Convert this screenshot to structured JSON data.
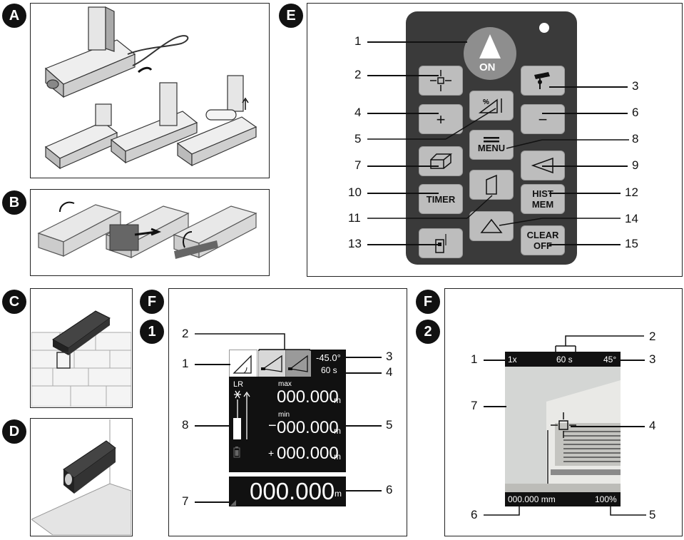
{
  "panels": {
    "A": "A",
    "B": "B",
    "C": "C",
    "D": "D",
    "E": "E",
    "F1": "F",
    "F2": "F"
  },
  "steps": {
    "one": "1",
    "two": "2"
  },
  "keypad": {
    "on_label": "ON",
    "menu_label": "MENU",
    "timer_label": "TIMER",
    "hist_label1": "HIST",
    "hist_label2": "MEM",
    "clear_label1": "CLEAR",
    "clear_label2": "OFF",
    "plus": "+",
    "minus": "−",
    "percent": "%",
    "callouts": [
      "1",
      "2",
      "3",
      "4",
      "5",
      "6",
      "7",
      "8",
      "9",
      "10",
      "11",
      "12",
      "13",
      "14",
      "15"
    ]
  },
  "f1": {
    "angle": "-45.0°",
    "time": "60 s",
    "lr": "LR",
    "max_label": "max",
    "min_label": "min",
    "max_value": "000.000",
    "min_value": "000.000",
    "plus_value": "000.000",
    "main_value": "000.000",
    "unit": "m",
    "minus_sign": "−",
    "plus_sign": "+",
    "callouts": [
      "1",
      "2",
      "3",
      "4",
      "5",
      "6",
      "7",
      "8"
    ]
  },
  "f2": {
    "zoom": "1x",
    "time": "60 s",
    "angle": "45°",
    "distance": "000.000 mm",
    "percent": "100%",
    "callouts": [
      "1",
      "2",
      "3",
      "4",
      "5",
      "6",
      "7"
    ]
  }
}
